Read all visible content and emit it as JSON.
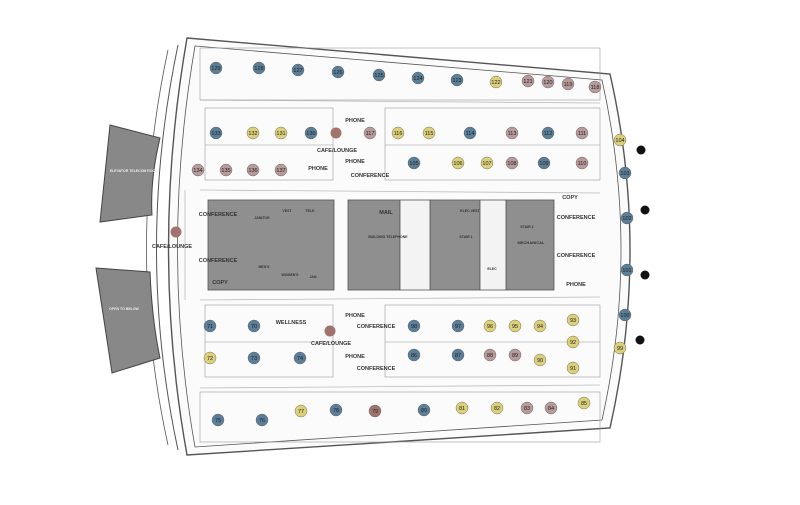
{
  "colors": {
    "blue": "#5b7f98",
    "yellow": "#dccf7a",
    "mauve": "#b89a9a",
    "rust": "#a0736c",
    "core": "#8f8f8f",
    "wall": "#5a5a5a"
  },
  "room_labels": {
    "phone_top_1": "PHONE",
    "cafe_top": "CAFE/LOUNGE",
    "phone_top_2": "PHONE",
    "phone_top_3": "PHONE",
    "conference_top": "CONFERENCE",
    "conference_left_1": "CONFERENCE",
    "cafe_left": "CAFE/LOUNGE",
    "conference_left_2": "CONFERENCE",
    "copy_left": "COPY",
    "mail": "MAIL",
    "bldg_telephone": "BUILDING TELEPHONE",
    "mechanical": "MECHANICAL",
    "stair_1": "STAIR 1",
    "stair_2": "STAIR 2",
    "elec": "ELEC",
    "elec_vest": "ELEC VEST",
    "copy_right": "COPY",
    "conference_right_1": "CONFERENCE",
    "conference_right_2": "CONFERENCE",
    "phone_right": "PHONE",
    "wellness": "WELLNESS",
    "phone_bot_1": "PHONE",
    "conference_bot_1": "CONFERENCE",
    "cafe_bot": "CAFE/LOUNGE",
    "phone_bot_2": "PHONE",
    "conference_bot_2": "CONFERENCE",
    "vest": "VEST",
    "tele": "TELE",
    "janitor": "JANITOR",
    "mens": "MEN'S",
    "womens": "WOMEN'S",
    "jan": "JAN",
    "elevator_lobby": "ELEVATOR TELECOM ROOM",
    "open_below": "OPEN TO BELOW"
  },
  "offices": [
    {
      "id": "129",
      "color": "blue"
    },
    {
      "id": "128",
      "color": "blue"
    },
    {
      "id": "127",
      "color": "blue"
    },
    {
      "id": "126",
      "color": "blue"
    },
    {
      "id": "125",
      "color": "blue"
    },
    {
      "id": "124",
      "color": "blue"
    },
    {
      "id": "123",
      "color": "blue"
    },
    {
      "id": "122",
      "color": "yellow"
    },
    {
      "id": "121",
      "color": "mauve"
    },
    {
      "id": "120",
      "color": "mauve"
    },
    {
      "id": "119",
      "color": "mauve"
    },
    {
      "id": "118",
      "color": "mauve"
    },
    {
      "id": "133",
      "color": "blue"
    },
    {
      "id": "132",
      "color": "yellow"
    },
    {
      "id": "131",
      "color": "yellow"
    },
    {
      "id": "130",
      "color": "blue"
    },
    {
      "id": "117",
      "color": "mauve"
    },
    {
      "id": "116",
      "color": "yellow"
    },
    {
      "id": "115",
      "color": "yellow"
    },
    {
      "id": "114",
      "color": "blue"
    },
    {
      "id": "113",
      "color": "mauve"
    },
    {
      "id": "112",
      "color": "blue"
    },
    {
      "id": "111",
      "color": "mauve"
    },
    {
      "id": "134",
      "color": "mauve"
    },
    {
      "id": "135",
      "color": "mauve"
    },
    {
      "id": "136",
      "color": "mauve"
    },
    {
      "id": "137",
      "color": "mauve"
    },
    {
      "id": "105",
      "color": "blue"
    },
    {
      "id": "106",
      "color": "yellow"
    },
    {
      "id": "107",
      "color": "yellow"
    },
    {
      "id": "108",
      "color": "mauve"
    },
    {
      "id": "109",
      "color": "blue"
    },
    {
      "id": "110",
      "color": "mauve"
    },
    {
      "id": "104",
      "color": "yellow"
    },
    {
      "id": "103",
      "color": "blue"
    },
    {
      "id": "102",
      "color": "blue"
    },
    {
      "id": "101",
      "color": "blue"
    },
    {
      "id": "100",
      "color": "blue"
    },
    {
      "id": "99",
      "color": "yellow"
    },
    {
      "id": "71",
      "color": "blue"
    },
    {
      "id": "70",
      "color": "blue"
    },
    {
      "id": "98",
      "color": "blue"
    },
    {
      "id": "97",
      "color": "blue"
    },
    {
      "id": "96",
      "color": "yellow"
    },
    {
      "id": "95",
      "color": "yellow"
    },
    {
      "id": "94",
      "color": "yellow"
    },
    {
      "id": "93",
      "color": "yellow"
    },
    {
      "id": "72",
      "color": "yellow"
    },
    {
      "id": "73",
      "color": "blue"
    },
    {
      "id": "74",
      "color": "blue"
    },
    {
      "id": "86",
      "color": "blue"
    },
    {
      "id": "87",
      "color": "blue"
    },
    {
      "id": "88",
      "color": "mauve"
    },
    {
      "id": "89",
      "color": "mauve"
    },
    {
      "id": "90",
      "color": "yellow"
    },
    {
      "id": "92",
      "color": "yellow"
    },
    {
      "id": "91",
      "color": "yellow"
    },
    {
      "id": "75",
      "color": "blue"
    },
    {
      "id": "76",
      "color": "blue"
    },
    {
      "id": "77",
      "color": "yellow"
    },
    {
      "id": "78",
      "color": "blue"
    },
    {
      "id": "79",
      "color": "rust"
    },
    {
      "id": "80",
      "color": "blue"
    },
    {
      "id": "81",
      "color": "yellow"
    },
    {
      "id": "82",
      "color": "yellow"
    },
    {
      "id": "83",
      "color": "mauve"
    },
    {
      "id": "84",
      "color": "mauve"
    },
    {
      "id": "85",
      "color": "yellow"
    }
  ],
  "legend_dots": [
    "cafe-top",
    "cafe-left",
    "cafe-bottom"
  ]
}
